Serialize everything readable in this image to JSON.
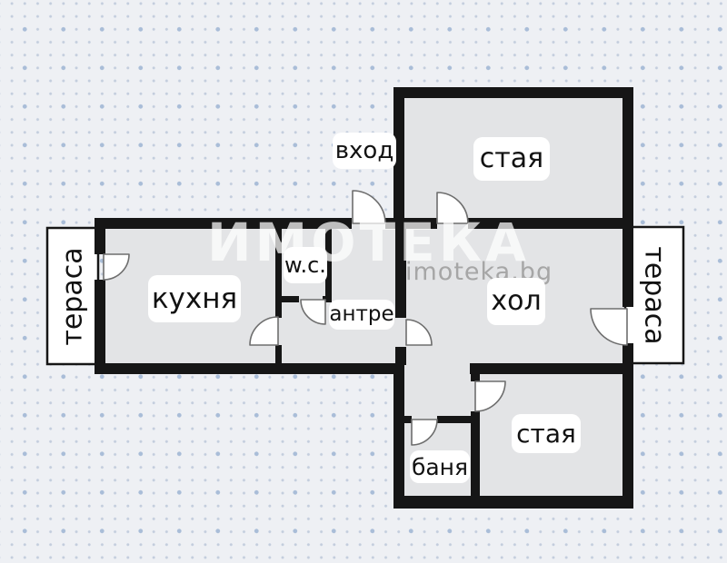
{
  "watermark": {
    "brand": "ИМОТЕКА",
    "domain": "imoteka.bg"
  },
  "rooms": {
    "entrance": {
      "label": "вход"
    },
    "room_top": {
      "label": "стая"
    },
    "terrace_left": {
      "label": "тераса"
    },
    "terrace_right": {
      "label": "тераса"
    },
    "kitchen": {
      "label": "кухня"
    },
    "wc": {
      "label": "w.c."
    },
    "hallway": {
      "label": "антре"
    },
    "living_room": {
      "label": "хол"
    },
    "bathroom": {
      "label": "баня"
    },
    "room_bottom": {
      "label": "стая"
    }
  },
  "colors": {
    "background": "#eef0f4",
    "floor": "#e3e4e6",
    "wall": "#161616",
    "terrace": "#ffffff",
    "label_bg": "#ffffff",
    "label_text": "#121212",
    "dot_small": "#c3cddd",
    "dot_large": "#a9bdd8",
    "door_stroke": "#6e6e6e",
    "watermark_text": "rgba(255,255,255,0.72)",
    "watermark_domain": "#a6a6a6"
  }
}
